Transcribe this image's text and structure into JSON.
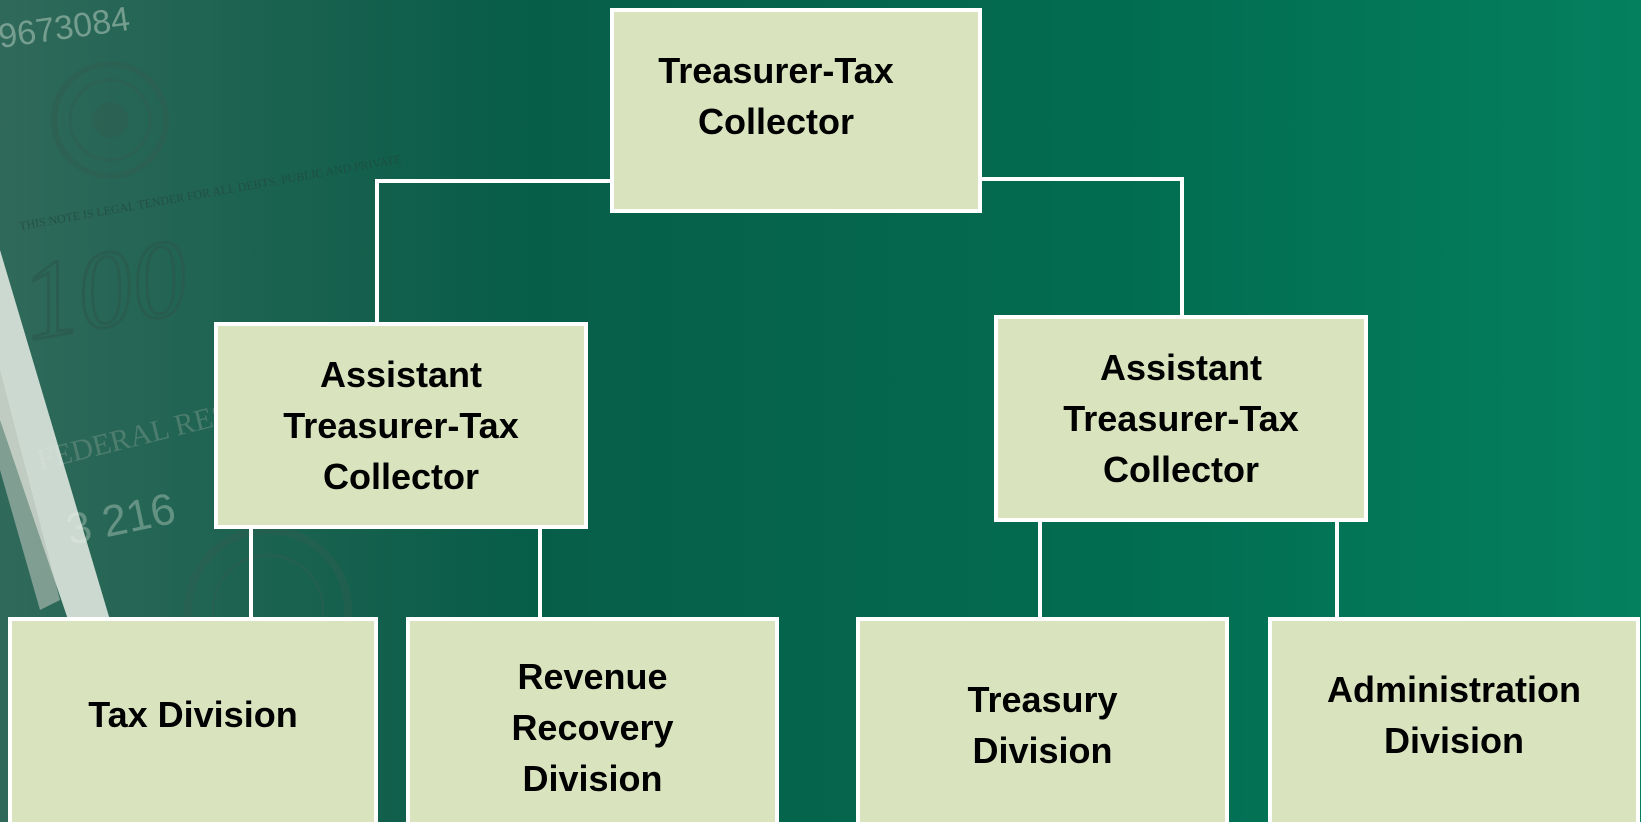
{
  "org_chart": {
    "root": {
      "label": "Treasurer-Tax\nCollector"
    },
    "assistant_left": {
      "label": "Assistant\nTreasurer-Tax\nCollector"
    },
    "assistant_right": {
      "label": "Assistant\nTreasurer-Tax\nCollector"
    },
    "divisions": {
      "tax": "Tax Division",
      "revenue_recovery": "Revenue\nRecovery\nDivision",
      "treasury": "Treasury\nDivision",
      "administration": "Administration\nDivision"
    }
  },
  "background_art": {
    "serial_top": "9673084",
    "serial_mid": "3 216",
    "banknote_numeral": "100",
    "note_text": "THIS NOTE IS LEGAL TENDER FOR ALL DEBTS, PUBLIC AND PRIVATE",
    "note_label": "FEDERAL RESERVE"
  },
  "colors": {
    "node_fill": "#d9e4bf",
    "node_border": "#ffffff",
    "connector": "#ffffff",
    "background": "#036a4e"
  }
}
